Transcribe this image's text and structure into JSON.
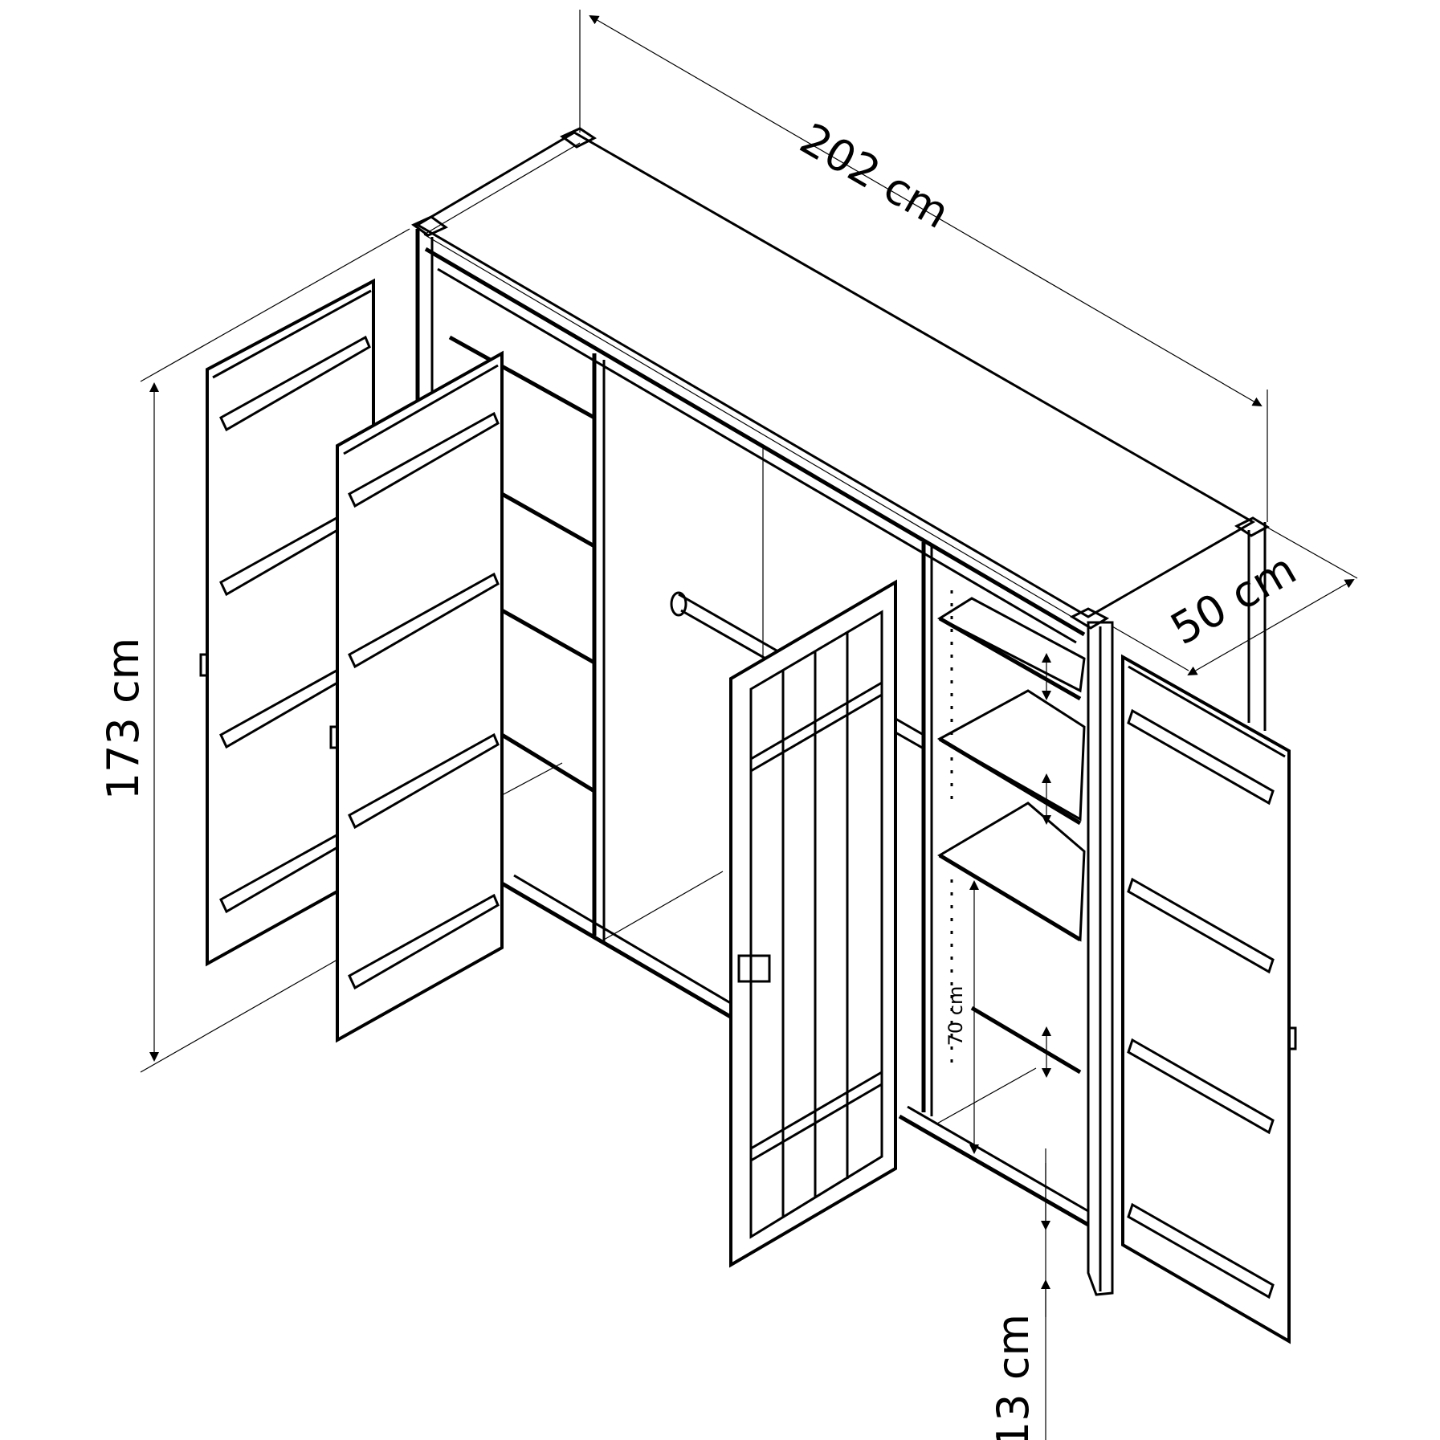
{
  "dimensions": {
    "width": "202 cm",
    "depth": "50 cm",
    "height": "173 cm",
    "leg_height": "13 cm",
    "compartment_height": "70 cm"
  },
  "colors": {
    "line": "#000000",
    "background": "#ffffff"
  }
}
